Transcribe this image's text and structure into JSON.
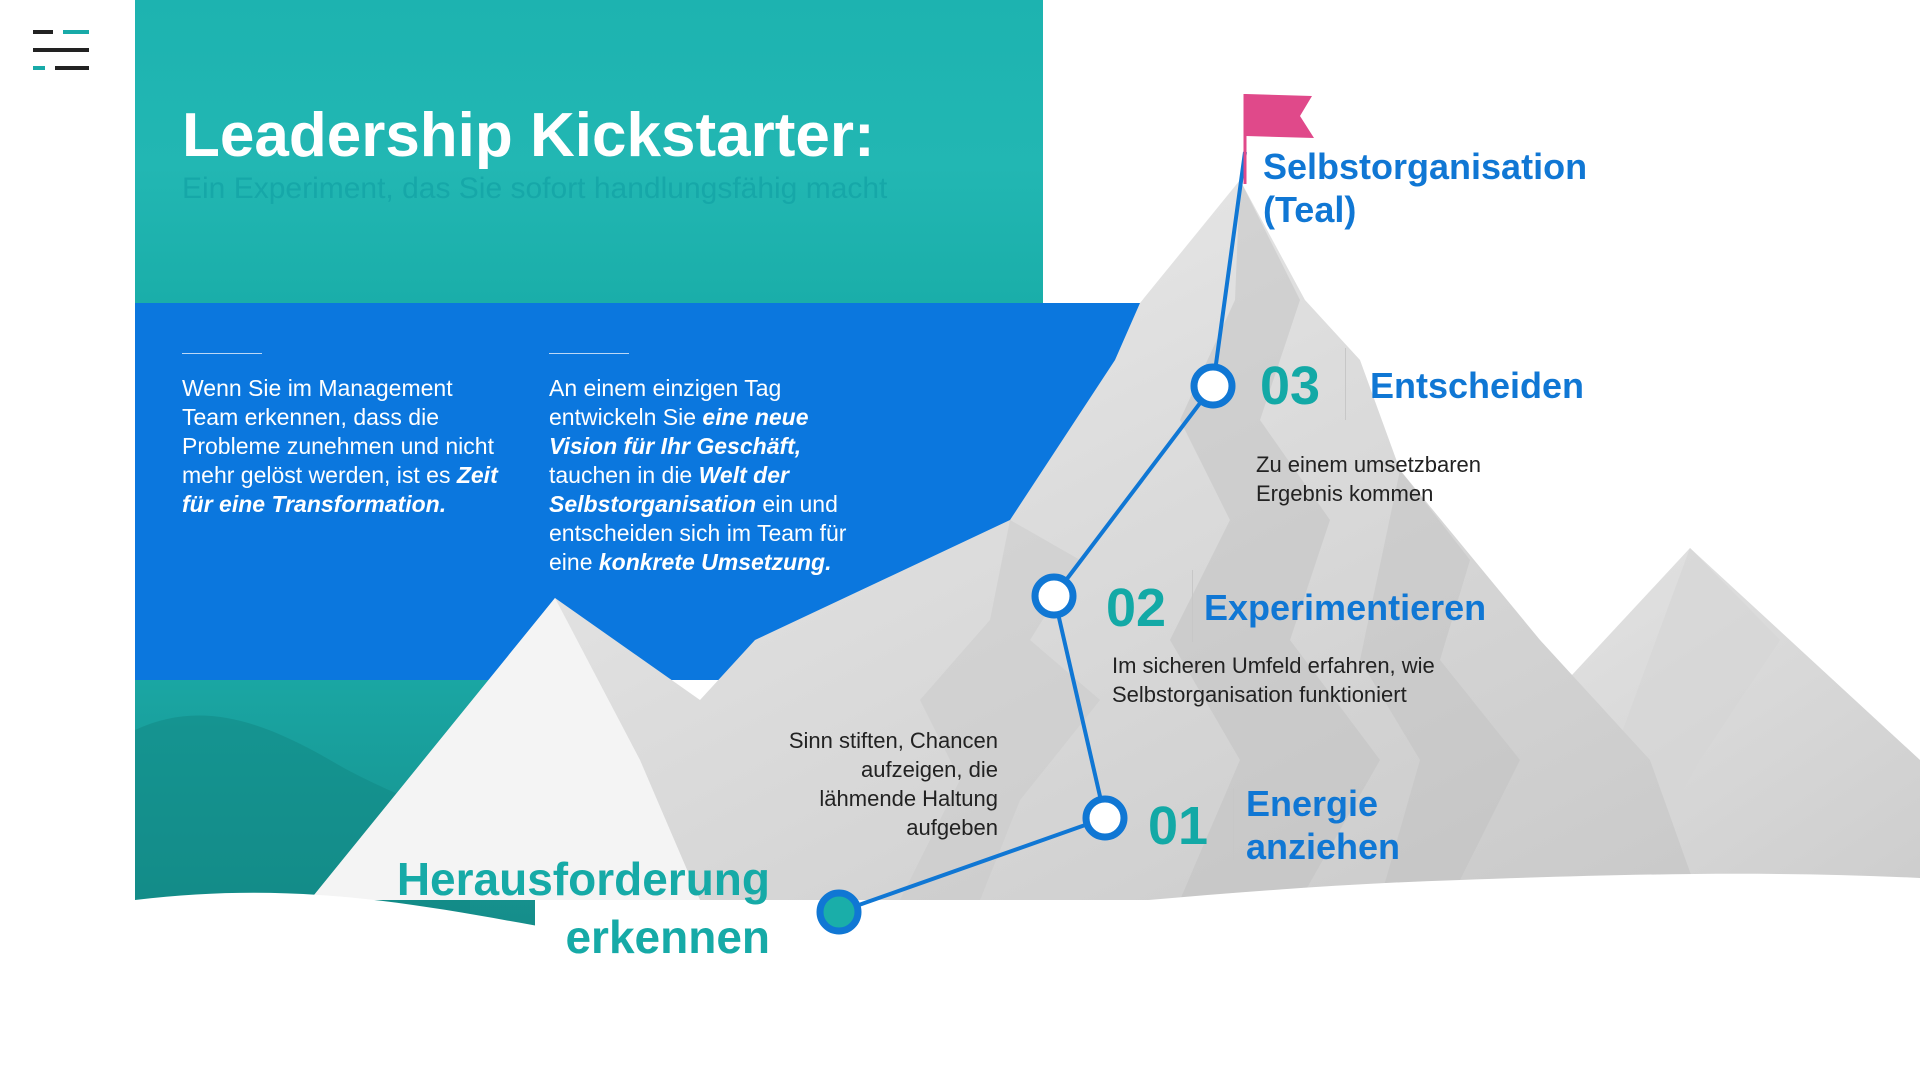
{
  "header": {
    "title": "Leadership Kickstarter:",
    "subtitle": "Ein Experiment, das Sie sofort handlungsfähig macht"
  },
  "intro": [
    {
      "parts": [
        {
          "text": "Wenn Sie im Management Team erkennen, dass die Probleme zunehmen und nicht mehr gelöst werden, ist es ",
          "bold": false
        },
        {
          "text": "Zeit für eine Transformation.",
          "bold": true
        }
      ]
    },
    {
      "parts": [
        {
          "text": "An einem einzigen Tag entwickeln Sie ",
          "bold": false
        },
        {
          "text": "eine neue Vision für Ihr Geschäft,",
          "bold": true
        },
        {
          "text": " tauchen in die ",
          "bold": false
        },
        {
          "text": "Welt der Selbstorganisation",
          "bold": true
        },
        {
          "text": " ein und entscheiden sich im Team für eine ",
          "bold": false
        },
        {
          "text": "konkrete Umsetzung.",
          "bold": true
        }
      ]
    }
  ],
  "peak": {
    "line1": "Selbstorganisation",
    "line2": "(Teal)"
  },
  "steps": [
    {
      "number": "03",
      "title_line1": "Entscheiden",
      "title_line2": "",
      "desc_line1": "Zu einem umsetzbaren",
      "desc_line2": "Ergebnis kommen"
    },
    {
      "number": "02",
      "title_line1": "Experimentieren",
      "title_line2": "",
      "desc_line1": "Im sicheren Umfeld erfahren, wie",
      "desc_line2": "Selbstorganisation funktioniert"
    },
    {
      "number": "01",
      "title_line1": "Energie",
      "title_line2": "anziehen",
      "desc_line1": "Sinn stiften, Chancen",
      "desc_line2": "aufzeigen, die",
      "desc_line3": "lähmende Haltung",
      "desc_line4": "aufgeben"
    }
  ],
  "start": {
    "line1": "Herausforderung",
    "line2": "erkennen"
  },
  "colors": {
    "teal": "#1db3b0",
    "blue": "#0b77de",
    "accent_text": "#1077d4",
    "number_teal": "#13a9a6",
    "flag": "#e0498a"
  },
  "icons": {
    "menu": "menu-lines-icon",
    "flag": "flag-icon"
  }
}
